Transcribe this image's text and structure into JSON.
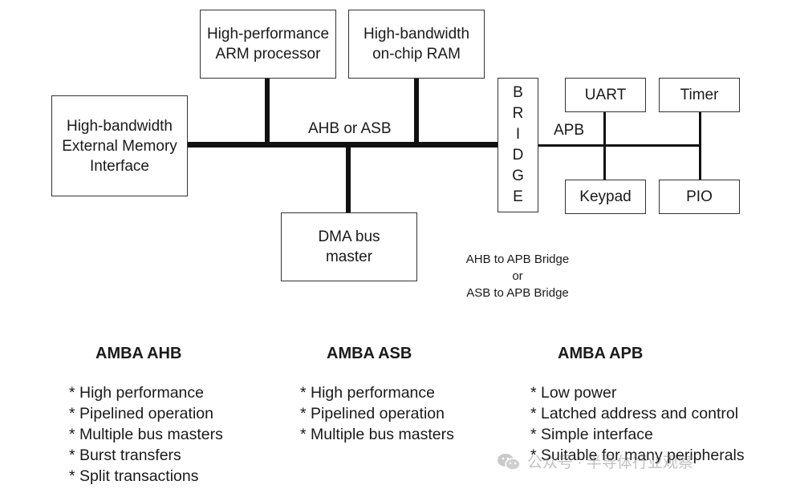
{
  "diagram": {
    "boxes": {
      "arm": "High-performance\nARM processor",
      "ram": "High-bandwidth\non-chip RAM",
      "ext_mem": "High-bandwidth\nExternal Memory\nInterface",
      "dma": "DMA bus\nmaster",
      "uart": "UART",
      "timer": "Timer",
      "keypad": "Keypad",
      "pio": "PIO"
    },
    "bridge_letters": [
      "B",
      "R",
      "I",
      "D",
      "G",
      "E"
    ],
    "labels": {
      "main_bus": "AHB or ASB",
      "peripheral_bus": "APB"
    },
    "bridge_note": {
      "line1": "AHB to APB Bridge",
      "line2": "or",
      "line3": "ASB to APB Bridge"
    }
  },
  "columns": [
    {
      "title": "AMBA AHB",
      "items": [
        "* High performance",
        "* Pipelined operation",
        "* Multiple bus masters",
        "* Burst transfers",
        "* Split transactions"
      ]
    },
    {
      "title": "AMBA ASB",
      "items": [
        "* High performance",
        "* Pipelined operation",
        "* Multiple bus masters"
      ]
    },
    {
      "title": "AMBA APB",
      "items": [
        "* Low power",
        "* Latched address and control",
        "* Simple interface",
        "* Suitable for many peripherals"
      ]
    }
  ],
  "watermark": {
    "text": "公众号 · 半导体行业观察",
    "icon": "wechat-icon"
  }
}
